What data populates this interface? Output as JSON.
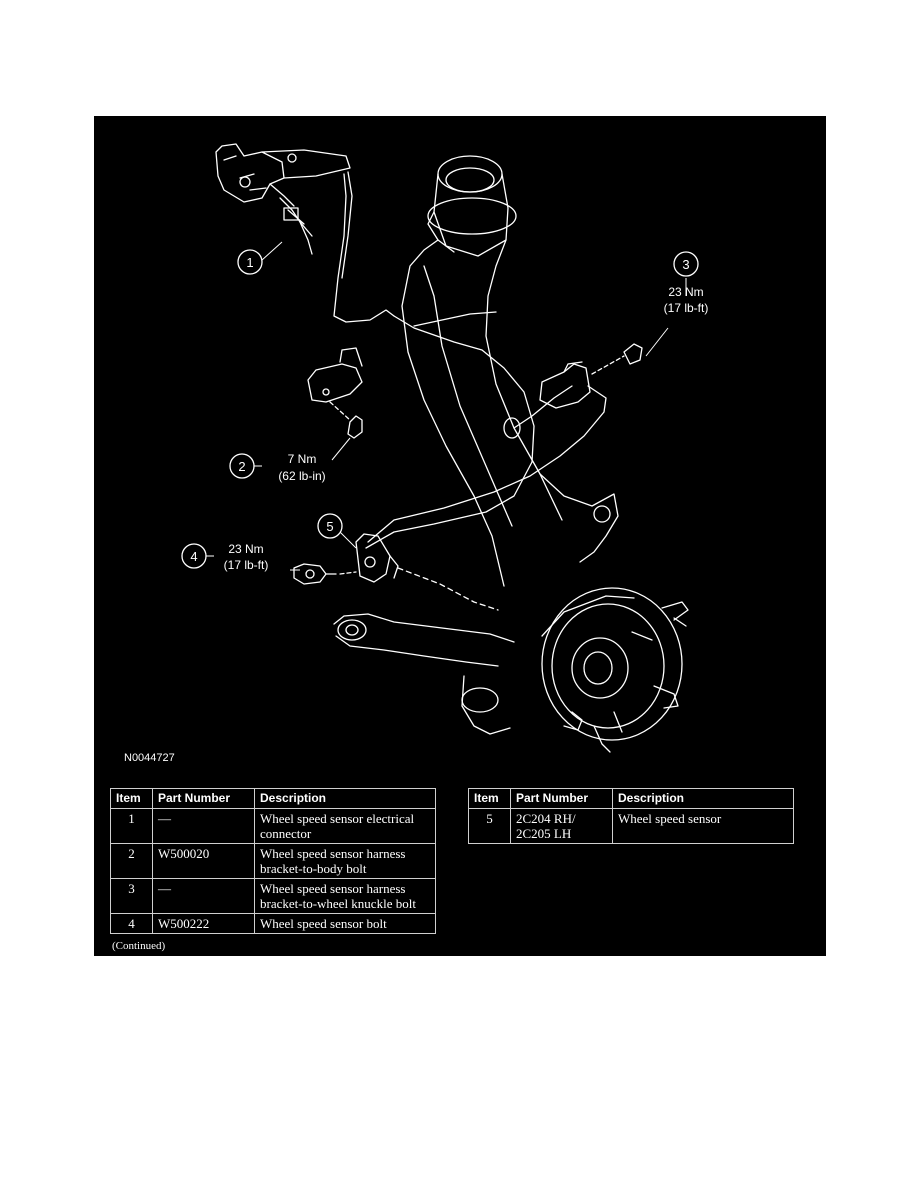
{
  "figure": {
    "id": "N0044727",
    "callouts": [
      {
        "num": "1"
      },
      {
        "num": "2",
        "torque_nm": "7 Nm",
        "torque_imp": "(62 lb-in)"
      },
      {
        "num": "3",
        "torque_nm": "23 Nm",
        "torque_imp": "(17 lb-ft)"
      },
      {
        "num": "4",
        "torque_nm": "23 Nm",
        "torque_imp": "(17 lb-ft)"
      },
      {
        "num": "5"
      }
    ]
  },
  "table_headers": {
    "item": "Item",
    "part_number": "Part Number",
    "description": "Description"
  },
  "table_left": [
    {
      "item": "1",
      "part": "—",
      "desc": "Wheel speed sensor electrical connector"
    },
    {
      "item": "2",
      "part": "W500020",
      "desc": "Wheel speed sensor harness bracket-to-body bolt"
    },
    {
      "item": "3",
      "part": "—",
      "desc": "Wheel speed sensor harness bracket-to-wheel knuckle bolt"
    },
    {
      "item": "4",
      "part": "W500222",
      "desc": "Wheel speed sensor bolt"
    }
  ],
  "table_right": [
    {
      "item": "5",
      "part": "2C204 RH/ 2C205 LH",
      "desc": "Wheel speed sensor"
    }
  ],
  "continued": "(Continued)"
}
